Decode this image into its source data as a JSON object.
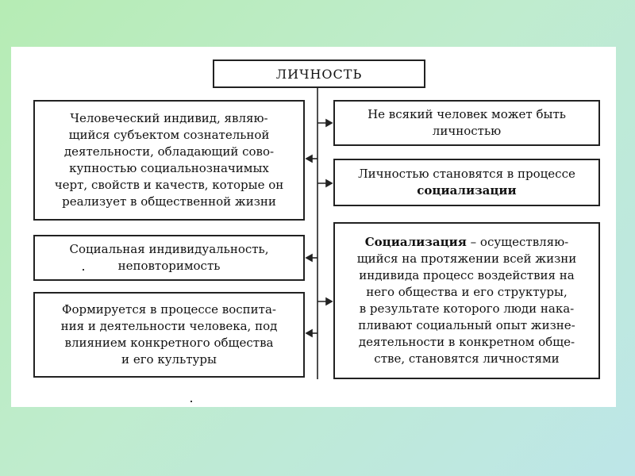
{
  "diagram": {
    "title": "ЛИЧНОСТЬ",
    "left_boxes": [
      {
        "text": "Человеческий индивид, являю-\nщийся субъектом сознательной\nдеятельности, обладающий сово-\nкупностью социальнозначимых\nчерт, свойств и качеств, которые он\nреализует в общественной жизни"
      },
      {
        "text": "Социальная индивидуальность,\nнеповторимость"
      },
      {
        "text": "Формируется в процессе воспита-\nния и деятельности человека, под\nвлиянием конкретного общества\nи его культуры"
      }
    ],
    "right_boxes": [
      {
        "text": "Не всякий человек может быть\nличностью"
      },
      {
        "text_before": "Личностью становятся в процессе\n",
        "text_bold": "социализации",
        "text_after": ""
      },
      {
        "text_bold": "Социализация",
        "text_after": " – осуществляю-\nщийся на протяжении всей жизни\nиндивида процесс воздействия на\nнего общества и его структуры,\nв результате которого люди нака-\nпливают социальный опыт жизне-\nдеятельности в конкретном обще-\nстве, становятся личностями"
      }
    ]
  }
}
